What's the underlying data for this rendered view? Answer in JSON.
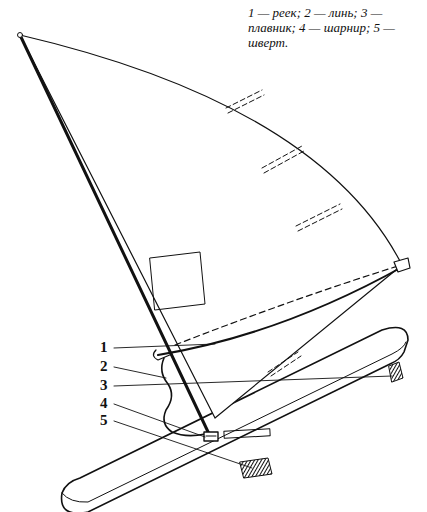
{
  "diagram": {
    "labels": [
      "1",
      "2",
      "3",
      "4",
      "5",
      "1 — реек; 2 — линь; 3 — плавник; 4 — шарнир; 5 — шверт."
    ]
  }
}
